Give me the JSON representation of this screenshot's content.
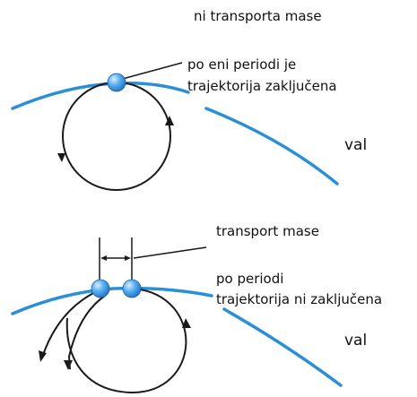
{
  "top_panel": {
    "caption": "ni transporta mase",
    "note_line1": "po eni periodi je",
    "note_line2": "trajektorija zaključena",
    "wave_label": "val"
  },
  "bottom_panel": {
    "caption": "transport mase",
    "note_line1": "po periodi",
    "note_line2": "trajektorija ni zaključena",
    "wave_label": "val"
  },
  "colors": {
    "wave": "#2b8fd6",
    "trajectory": "#1a1a1a",
    "particle": "#3d9be6"
  }
}
